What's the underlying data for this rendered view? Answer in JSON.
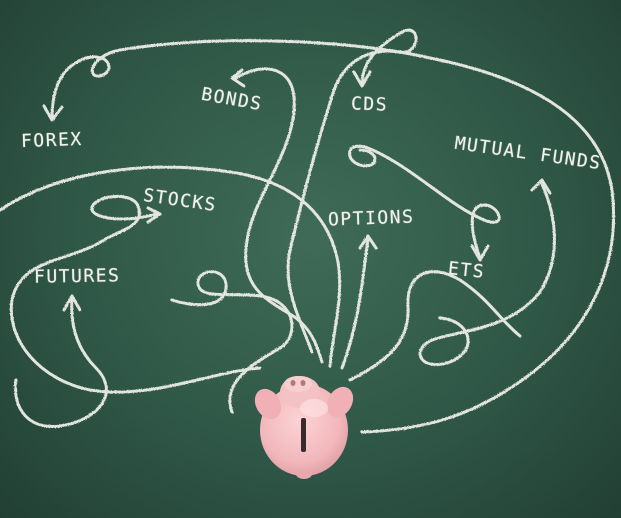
{
  "labels": {
    "forex": "FOREX",
    "bonds": "BONDS",
    "cds": "CDS",
    "mutual_funds": "MUTUAL FUNDS",
    "stocks": "STOCKS",
    "options": "OPTIONS",
    "ets": "ETS",
    "futures": "FUTURES"
  },
  "colors": {
    "chalkboard": "#2f5747",
    "chalk": "#f2f1ec",
    "piggy_bank": "#f2b7bb"
  },
  "icons": [
    "chalk-arrow-icon",
    "piggy-bank-icon"
  ]
}
